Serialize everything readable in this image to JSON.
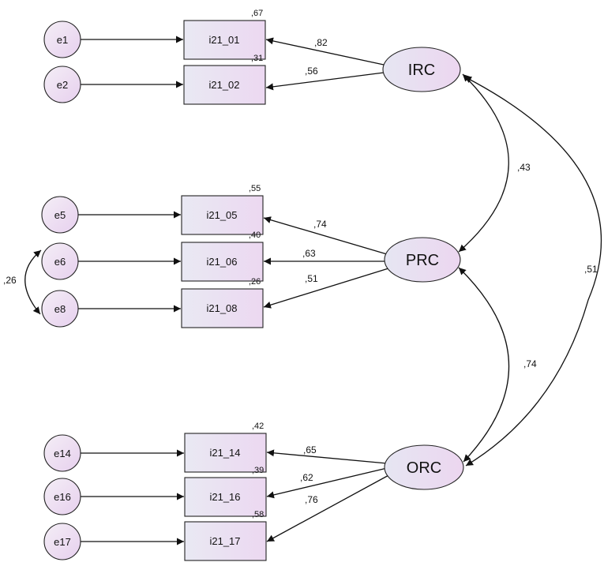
{
  "errors": {
    "e1": "e1",
    "e2": "e2",
    "e5": "e5",
    "e6": "e6",
    "e8": "e8",
    "e14": "e14",
    "e16": "e16",
    "e17": "e17"
  },
  "observed": {
    "i21_01": {
      "label": "i21_01",
      "r2": ",67"
    },
    "i21_02": {
      "label": "i21_02",
      "r2": ",31"
    },
    "i21_05": {
      "label": "i21_05",
      "r2": ",55"
    },
    "i21_06": {
      "label": "i21_06",
      "r2": ",40"
    },
    "i21_08": {
      "label": "i21_08",
      "r2": ",26"
    },
    "i21_14": {
      "label": "i21_14",
      "r2": ",42"
    },
    "i21_16": {
      "label": "i21_16",
      "r2": ",39"
    },
    "i21_17": {
      "label": "i21_17",
      "r2": ",58"
    }
  },
  "latent": {
    "IRC": "IRC",
    "PRC": "PRC",
    "ORC": "ORC"
  },
  "loadings": {
    "irc_i21_01": ",82",
    "irc_i21_02": ",56",
    "prc_i21_05": ",74",
    "prc_i21_06": ",63",
    "prc_i21_08": ",51",
    "orc_i21_14": ",65",
    "orc_i21_16": ",62",
    "orc_i21_17": ",76"
  },
  "covariances": {
    "irc_prc": ",43",
    "prc_orc": ",74",
    "irc_orc": ",51",
    "e6_e8": ",26"
  }
}
